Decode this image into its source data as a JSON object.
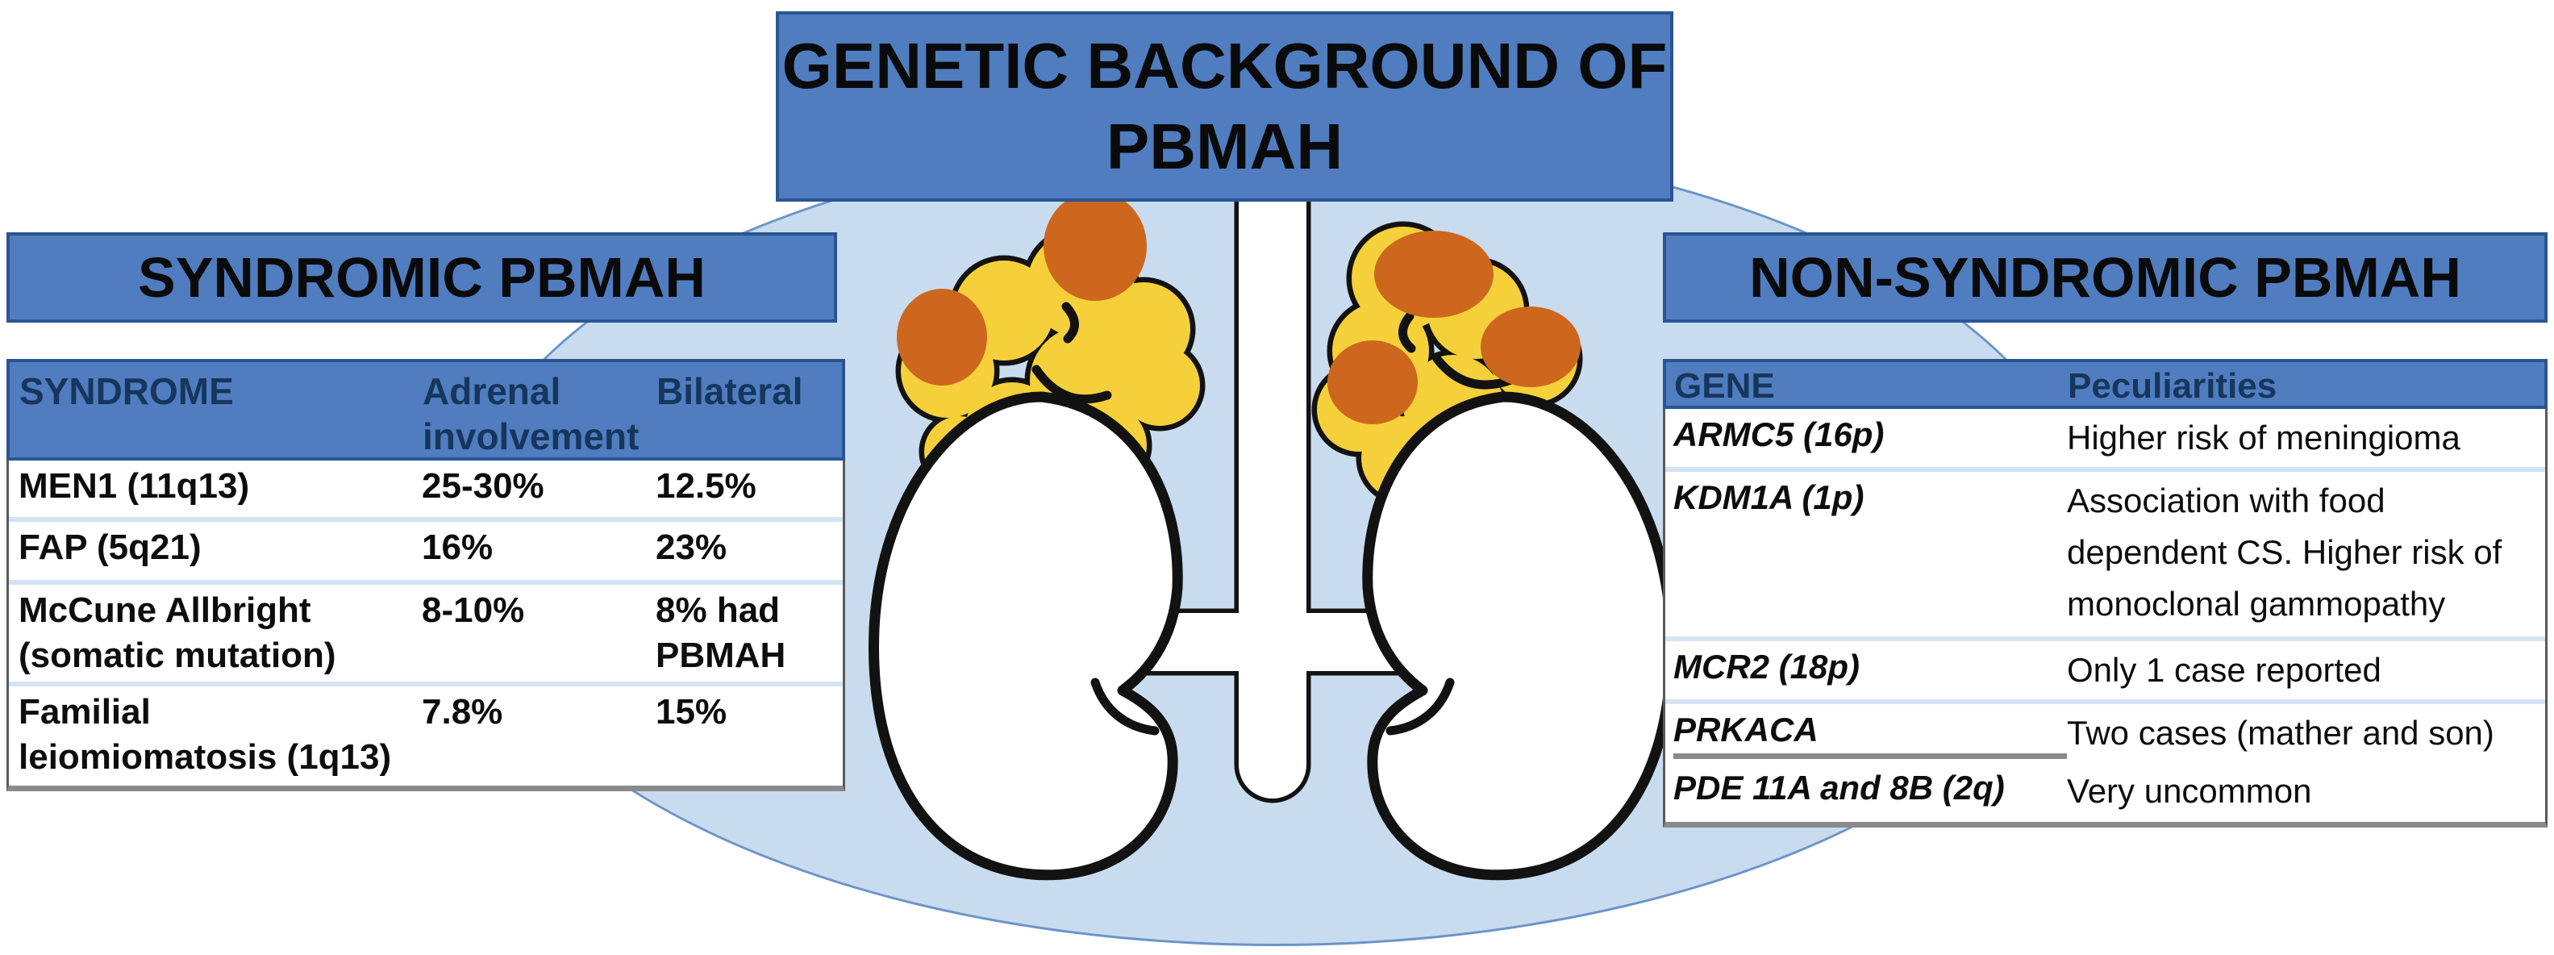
{
  "title": {
    "line1": "GENETIC BACKGROUND OF",
    "line2": "PBMAH"
  },
  "left_section": {
    "header": "SYNDROMIC PBMAH",
    "table": {
      "columns": [
        "SYNDROME",
        [
          "Adrenal",
          "involvement"
        ],
        "Bilateral"
      ],
      "rows": [
        {
          "syndrome": "MEN1 (11q13)",
          "adrenal": "25-30%",
          "bilateral": "12.5%"
        },
        {
          "syndrome": "FAP (5q21)",
          "adrenal": "16%",
          "bilateral": "23%"
        },
        {
          "syndrome": [
            "McCune Allbright",
            "(somatic mutation)"
          ],
          "adrenal": "8-10%",
          "bilateral": [
            "8% had",
            "PBMAH"
          ]
        },
        {
          "syndrome": [
            "Familial",
            "leiomiomatosis (1q13)"
          ],
          "adrenal": "7.8%",
          "bilateral": "15%"
        }
      ]
    }
  },
  "right_section": {
    "header": "NON-SYNDROMIC PBMAH",
    "table": {
      "columns": [
        "GENE",
        "Peculiarities"
      ],
      "rows": [
        {
          "gene": "ARMC5 (16p)",
          "peculiarities": "Higher risk of meningioma"
        },
        {
          "gene": "KDM1A (1p)",
          "peculiarities": [
            "Association with food",
            "dependent CS. Higher risk of",
            "monoclonal gammopathy"
          ]
        },
        {
          "gene": "MCR2 (18p)",
          "peculiarities": "Only 1 case reported"
        },
        {
          "gene": "PRKACA",
          "peculiarities": "Two cases (mather and son)"
        },
        {
          "gene": "PDE 11A and 8B (2q)",
          "peculiarities": "Very uncommon"
        }
      ]
    }
  },
  "illustration": {
    "description": "Two kidneys with hyperplastic adrenal glands bearing macronodules, flanking the aorta",
    "left_adrenal_nodule_count": 2,
    "right_adrenal_nodule_count": 3
  },
  "colors": {
    "box_blue": "#4f7dbf",
    "box_border": "#2b5592",
    "navy_text": "#17365d",
    "ellipse_fill": "#c9dbee",
    "ellipse_stroke": "#6b94c8",
    "sep_blue": "#d3e3f3",
    "gray_line": "#8a8a8a",
    "adrenal_yellow": "#f6d03a",
    "nodule_orange": "#cd671d",
    "kidney_white": "#ffffff",
    "outline": "#121212"
  }
}
